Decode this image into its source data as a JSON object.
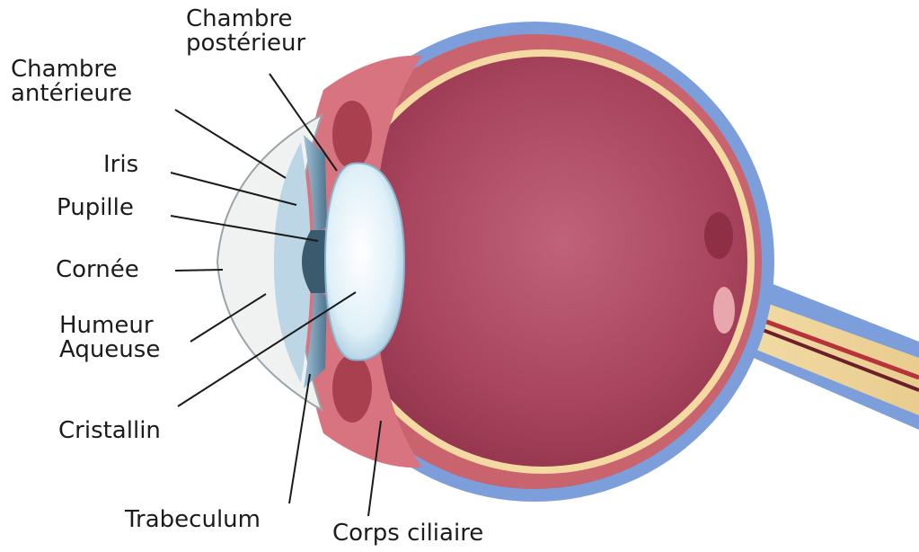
{
  "labels": {
    "chambre_posterieur": "Chambre\npostérieur",
    "chambre_anterieure": "Chambre\nantérieure",
    "iris": "Iris",
    "pupille": "Pupille",
    "cornee": "Cornée",
    "humeur_aqueuse": "Humeur\nAqueuse",
    "cristallin": "Cristallin",
    "trabeculum": "Trabeculum",
    "corps_ciliaire": "Corps ciliaire"
  },
  "colors": {
    "sclera": "#7c9edb",
    "choroid": "#c9646f",
    "retina": "#f5d9a3",
    "vitreous": "#a83e57",
    "lens": "#d8ecf6",
    "cornea": "#f0f1f1",
    "iris": "#6c8fa6",
    "optic_nerve": "#f0d69e",
    "leader_line": "#1a1a1a"
  }
}
